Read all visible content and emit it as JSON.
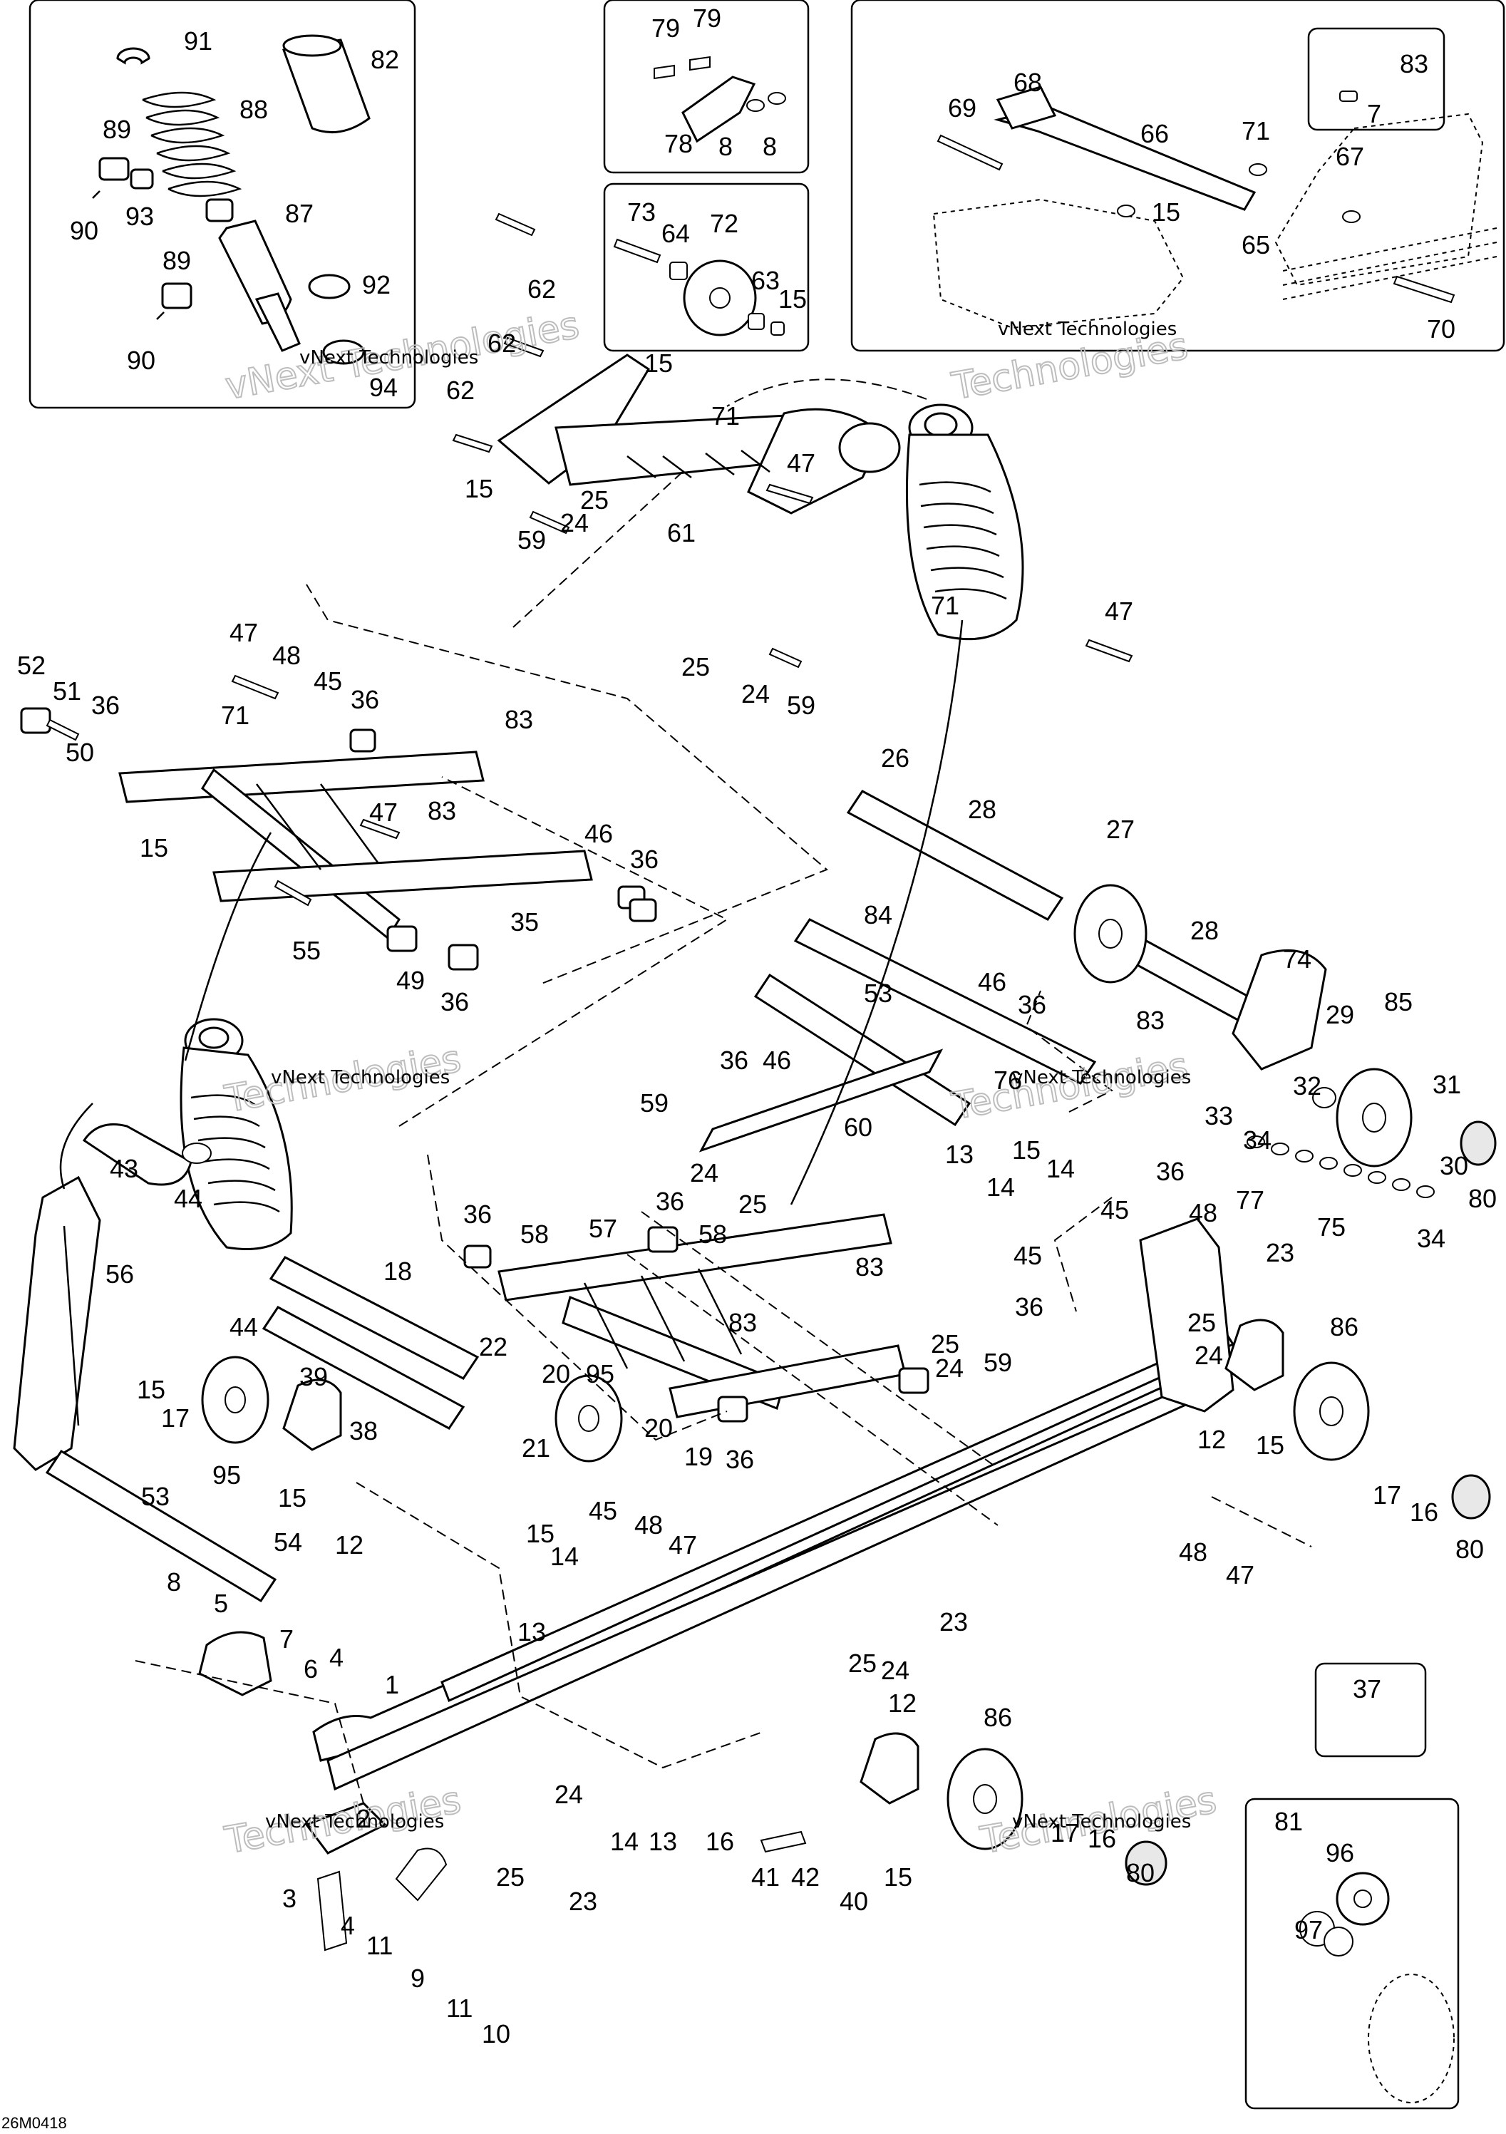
{
  "drawing_code": "26M0418",
  "watermark": {
    "line1": "vNext Technologies",
    "line2": "Technologies"
  },
  "callouts": {
    "c1": "1",
    "c2": "2",
    "c3": "3",
    "c4": "4",
    "c4b": "4",
    "c5": "5",
    "c6": "6",
    "c7": "7",
    "c7b": "7",
    "c8": "8",
    "c8b": "8",
    "c8c": "8",
    "c9": "9",
    "c10": "10",
    "c11": "11",
    "c11b": "11",
    "c12": "12",
    "c12b": "12",
    "c12c": "12",
    "c13": "13",
    "c13b": "13",
    "c13c": "13",
    "c14": "14",
    "c14b": "14",
    "c14c": "14",
    "c14d": "14",
    "c15": "15",
    "c15b": "15",
    "c15c": "15",
    "c15d": "15",
    "c15e": "15",
    "c15f": "15",
    "c15g": "15",
    "c15h": "15",
    "c15i": "15",
    "c16": "16",
    "c16b": "16",
    "c16c": "16",
    "c17": "17",
    "c17b": "17",
    "c17c": "17",
    "c18": "18",
    "c19": "19",
    "c20": "20",
    "c20b": "20",
    "c21": "21",
    "c22": "22",
    "c23": "23",
    "c23b": "23",
    "c23c": "23",
    "c24": "24",
    "c24b": "24",
    "c24c": "24",
    "c24d": "24",
    "c24e": "24",
    "c24f": "24",
    "c24g": "24",
    "c25": "25",
    "c25b": "25",
    "c25c": "25",
    "c25d": "25",
    "c25e": "25",
    "c25f": "25",
    "c25g": "25",
    "c26": "26",
    "c27": "27",
    "c28": "28",
    "c28b": "28",
    "c29": "29",
    "c30": "30",
    "c31": "31",
    "c32": "32",
    "c33": "33",
    "c34": "34",
    "c34b": "34",
    "c35": "35",
    "c36": "36",
    "c36b": "36",
    "c36c": "36",
    "c36d": "36",
    "c36e": "36",
    "c36f": "36",
    "c36g": "36",
    "c36h": "36",
    "c36i": "36",
    "c36j": "36",
    "c36k": "36",
    "c37": "37",
    "c38": "38",
    "c39": "39",
    "c40": "40",
    "c41": "41",
    "c42": "42",
    "c43": "43",
    "c44": "44",
    "c44b": "44",
    "c45": "45",
    "c45b": "45",
    "c45c": "45",
    "c45d": "45",
    "c46": "46",
    "c46b": "46",
    "c46c": "46",
    "c47": "47",
    "c47b": "47",
    "c47c": "47",
    "c47d": "47",
    "c47e": "47",
    "c48": "48",
    "c48b": "48",
    "c48c": "48",
    "c48d": "48",
    "c49": "49",
    "c50": "50",
    "c51": "51",
    "c52": "52",
    "c53": "53",
    "c53b": "53",
    "c54": "54",
    "c55": "55",
    "c56": "56",
    "c57": "57",
    "c58": "58",
    "c58b": "58",
    "c59": "59",
    "c59b": "59",
    "c59c": "59",
    "c59d": "59",
    "c60": "60",
    "c61": "61",
    "c62": "62",
    "c62b": "62",
    "c62c": "62",
    "c63": "63",
    "c64": "64",
    "c65": "65",
    "c66": "66",
    "c67": "67",
    "c68": "68",
    "c69": "69",
    "c70": "70",
    "c71": "71",
    "c71b": "71",
    "c71c": "71",
    "c71d": "71",
    "c72": "72",
    "c73": "73",
    "c74": "74",
    "c75": "75",
    "c76": "76",
    "c77": "77",
    "c78": "78",
    "c79": "79",
    "c79b": "79",
    "c80": "80",
    "c80b": "80",
    "c80c": "80",
    "c81": "81",
    "c82": "82",
    "c83": "83",
    "c83b": "83",
    "c83c": "83",
    "c83d": "83",
    "c83e": "83",
    "c83f": "83",
    "c84": "84",
    "c85": "85",
    "c86": "86",
    "c86b": "86",
    "c87": "87",
    "c88": "88",
    "c89": "89",
    "c89b": "89",
    "c90": "90",
    "c90b": "90",
    "c91": "91",
    "c92": "92",
    "c93": "93",
    "c94": "94",
    "c95": "95",
    "c95b": "95",
    "c96": "96",
    "c97": "97"
  }
}
